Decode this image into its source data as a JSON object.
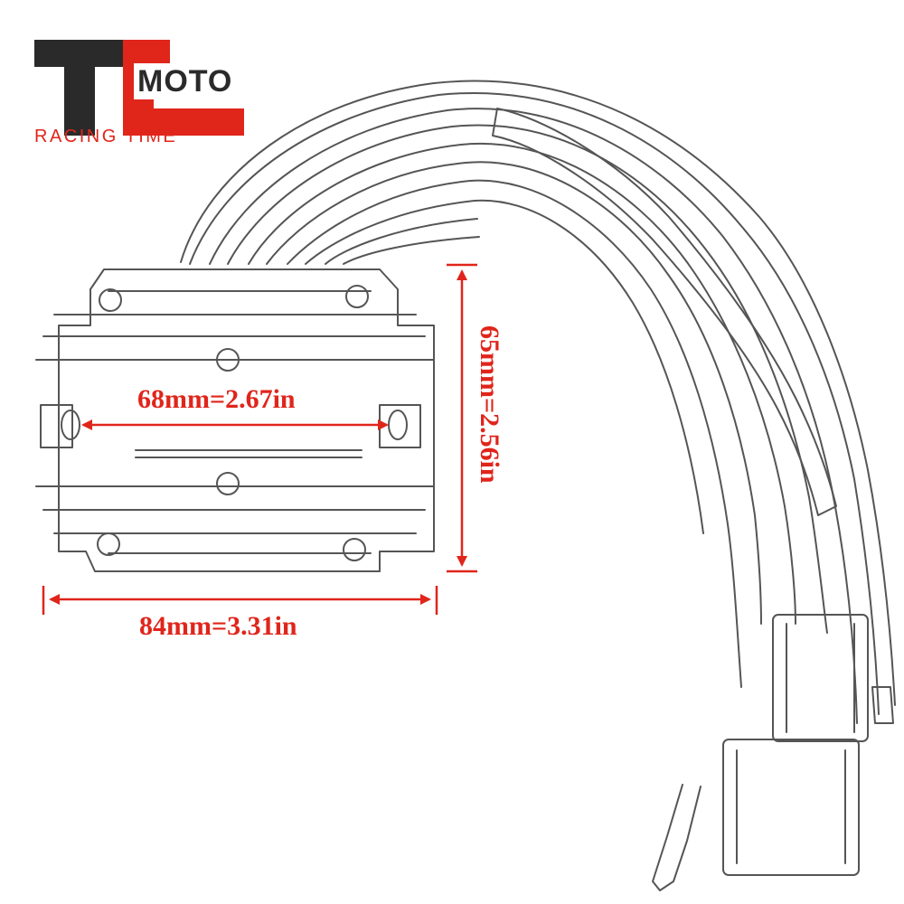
{
  "brand": {
    "logo_text": "TC",
    "logo_sub": "MOTO",
    "tagline": "RACING TIME",
    "colors": {
      "red": "#e0251b",
      "dark": "#2a2a2a"
    }
  },
  "product": {
    "icon": "regulator-rectifier-sketch"
  },
  "dimensions": {
    "width_label": "84mm=3.31in",
    "height_label": "65mm=2.56in",
    "hole_spacing_label": "68mm=2.67in",
    "color": "#e0251b"
  }
}
